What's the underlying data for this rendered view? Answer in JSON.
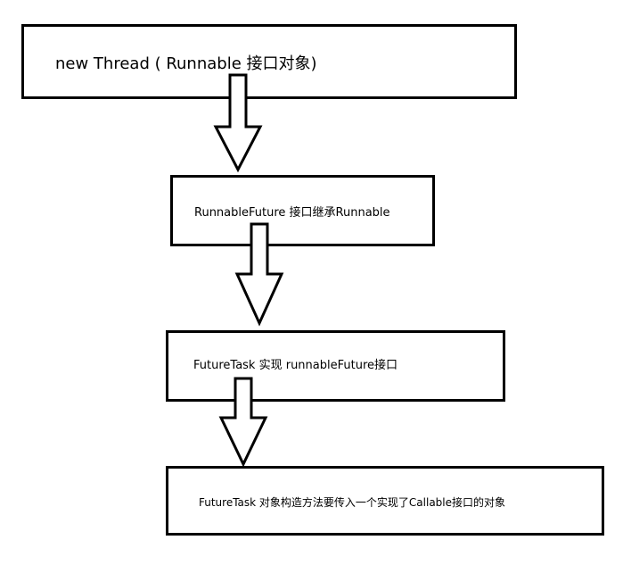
{
  "diagram": {
    "nodes": [
      {
        "id": "b1",
        "label": "new Thread  (  Runnable 接口对象)"
      },
      {
        "id": "b2",
        "label": "RunnableFuture 接口继承Runnable"
      },
      {
        "id": "b3",
        "label": "FutureTask 实现 runnableFuture接口"
      },
      {
        "id": "b4",
        "label": "FutureTask 对象构造方法要传入一个实现了Callable接口的对象"
      }
    ],
    "edges": [
      {
        "from": "b1",
        "to": "b2"
      },
      {
        "from": "b2",
        "to": "b3"
      },
      {
        "from": "b3",
        "to": "b4"
      }
    ],
    "colors": {
      "stroke": "#000000",
      "background": "#ffffff"
    }
  }
}
